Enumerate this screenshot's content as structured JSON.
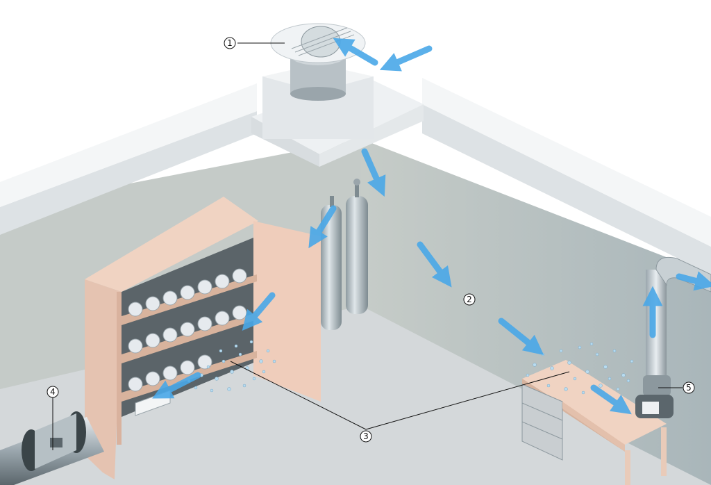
{
  "callouts": [
    {
      "id": "1",
      "label": "①"
    },
    {
      "id": "2",
      "label": "②"
    },
    {
      "id": "3",
      "label": "③"
    },
    {
      "id": "4",
      "label": "④"
    },
    {
      "id": "5",
      "label": "⑤"
    }
  ],
  "colors": {
    "airflow_arrow": "#4aa8e8",
    "ceiling": "#eef1f3",
    "left_wall": "#c5cbc8",
    "right_wall": "#b6c1c3",
    "floor": "#d4d8da",
    "cabinet_wood": "#e9c8b4",
    "particles": "#b9dcf0"
  },
  "icons": [
    "roof-fan-icon",
    "gas-cylinders-icon",
    "storage-cabinet-icon",
    "workbench-icon",
    "extraction-arm-icon",
    "duct-fan-icon",
    "airflow-arrow-icon"
  ]
}
